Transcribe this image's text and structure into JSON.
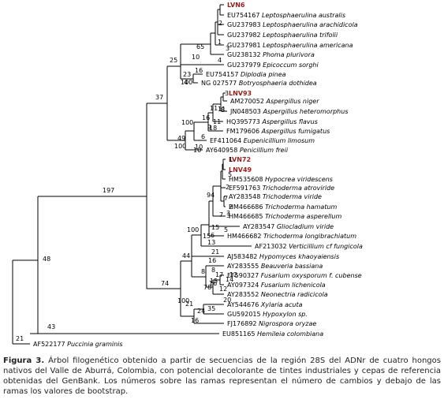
{
  "tree": {
    "leaves": [
      {
        "isolate": "LVN6"
      },
      {
        "acc": "EU754167",
        "sp": "Leptosphaerulina australis"
      },
      {
        "acc": "GU237983",
        "sp": "Leptosphaerulina arachidicola"
      },
      {
        "acc": "GU237982",
        "sp": "Leptosphaerulina trifolii"
      },
      {
        "acc": "GU237981",
        "sp": "Leptosphaerulina americana"
      },
      {
        "acc": "GU238132",
        "sp": "Phoma plurivora"
      },
      {
        "acc": "GU237979",
        "sp": "Epicoccum sorghi"
      },
      {
        "acc": "EU754157",
        "sp": "Diplodia pinea"
      },
      {
        "acc": "NG 027577",
        "sp": "Botryosphaeria dothidea"
      },
      {
        "isolate": "LNV93"
      },
      {
        "acc": "AM270052",
        "sp": "Aspergillus niger"
      },
      {
        "acc": "JN048503",
        "sp": "Aspergillus heteromorphus"
      },
      {
        "acc": "HQ395773",
        "sp": "Aspergillus flavus"
      },
      {
        "acc": "FM179606",
        "sp": "Aspergillus fumigatus"
      },
      {
        "acc": "EF411064",
        "sp": "Eupenicillium limosum"
      },
      {
        "acc": "AY640958",
        "sp": "Penicillium freii"
      },
      {
        "isolate": "LVN72"
      },
      {
        "isolate": "LNV49"
      },
      {
        "acc": "HM535608",
        "sp": "Hypocrea viridescens"
      },
      {
        "acc": "EF591763",
        "sp": "Trichoderma atroviride"
      },
      {
        "acc": "AY283548",
        "sp": "Trichoderma viride"
      },
      {
        "acc": "HM466686",
        "sp": "Trichoderma hamatum"
      },
      {
        "acc": "HM466685",
        "sp": "Trichoderma asperellum"
      },
      {
        "acc": "AY283547",
        "sp": "Gliocladium viride"
      },
      {
        "acc": "HM466682",
        "sp": "Trichoderma longibrachiatum"
      },
      {
        "acc": "AF213032",
        "sp": "Verticillium cf fungicola"
      },
      {
        "acc": "AJ583482",
        "sp": "Hypomyces khaoyaiensis"
      },
      {
        "acc": "AY283555",
        "sp": "Beauveria bassiana"
      },
      {
        "acc": "EF590327",
        "sp": "Fusarium oxysporum f. cubense"
      },
      {
        "acc": "AY097324",
        "sp": "Fusarium lichenicola"
      },
      {
        "acc": "AY283552",
        "sp": "Neonectria radicicola"
      },
      {
        "acc": "AY544676",
        "sp": "Xylaria acuta"
      },
      {
        "acc": "GU592015",
        "sp": "Hypoxylon sp."
      },
      {
        "acc": "FJ176892",
        "sp": "Nigrospora oryzae"
      },
      {
        "acc": "EU851165",
        "sp": "Hemileia colombiana"
      },
      {
        "acc": "AF522177",
        "sp": "Puccinia graminis"
      }
    ],
    "labels": [
      "2",
      "3",
      "1",
      "4",
      "65",
      "10",
      "25",
      "23",
      "16",
      "4",
      "100",
      "3",
      "37",
      "11",
      "11",
      "8",
      "100",
      "16",
      "11",
      "9",
      "18",
      "6",
      "49",
      "10",
      "100",
      "10",
      "197",
      "1",
      "5",
      "2",
      "94",
      "7",
      "2",
      "7",
      "3",
      "3",
      "5",
      "15",
      "100",
      "6",
      "15",
      "13",
      "21",
      "44",
      "8",
      "16",
      "8",
      "17",
      "12",
      "15",
      "14",
      "16",
      "78",
      "12",
      "74",
      "100",
      "21",
      "20",
      "24",
      "35",
      "16",
      "48",
      "43",
      "21",
      "AF522177"
    ]
  },
  "caption": {
    "label": "Figura 3.",
    "text": " Árbol filogenético obtenido a partir de secuencias de la región 28S del ADNr de cuatro hongos nativos del Valle de Aburrá, Colombia, con potencial decolorante de tintes industriales y cepas de referencia obtenidas del GenBank. Los números sobre las ramas representan el número de cambios y debajo de las ramas los valores de bootstrap."
  }
}
